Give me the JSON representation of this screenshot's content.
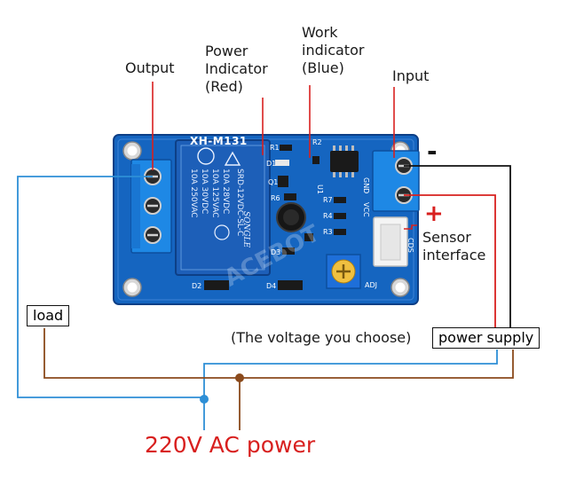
{
  "labels": {
    "output": "Output",
    "power_indicator": [
      "Power",
      "Indicator",
      "(Red)"
    ],
    "work_indicator": [
      "Work",
      "indicator",
      "(Blue)"
    ],
    "input": "Input",
    "minus": "-",
    "plus": "+",
    "sensor_interface": [
      "Sensor",
      "interface"
    ],
    "voltage_note": "(The voltage you choose)",
    "power_supply": "power supply",
    "load": "load",
    "ac_power": "220V AC power"
  },
  "board": {
    "model": "XH-M131",
    "relay_lines": [
      "10A 250VAC",
      "10A 30VDC",
      "10A 125VAC",
      "10A 28VDC",
      "SRD-12VDC-SL-C"
    ],
    "relay_brand": "SONGLE",
    "watermark": "ACEBOT",
    "silkscreen": {
      "r1": "R1",
      "r2": "R2",
      "q1": "Q1",
      "d1": "D1",
      "d2": "D2",
      "d3": "D3",
      "d4": "D4",
      "u1": "U1",
      "r7": "R7",
      "r4": "R4",
      "r3": "R3",
      "r6": "R6",
      "gnd": "GND",
      "vcc": "VCC",
      "adj": "ADJ",
      "cds": "CDS"
    }
  },
  "colors": {
    "board": "#1565c0",
    "terminal": "#1e88e5",
    "wire_blue": "#2e8fd6",
    "wire_brown": "#8b4a1c",
    "wire_red": "#d8201f",
    "wire_black": "#111111",
    "ac_text": "#d8201f"
  }
}
